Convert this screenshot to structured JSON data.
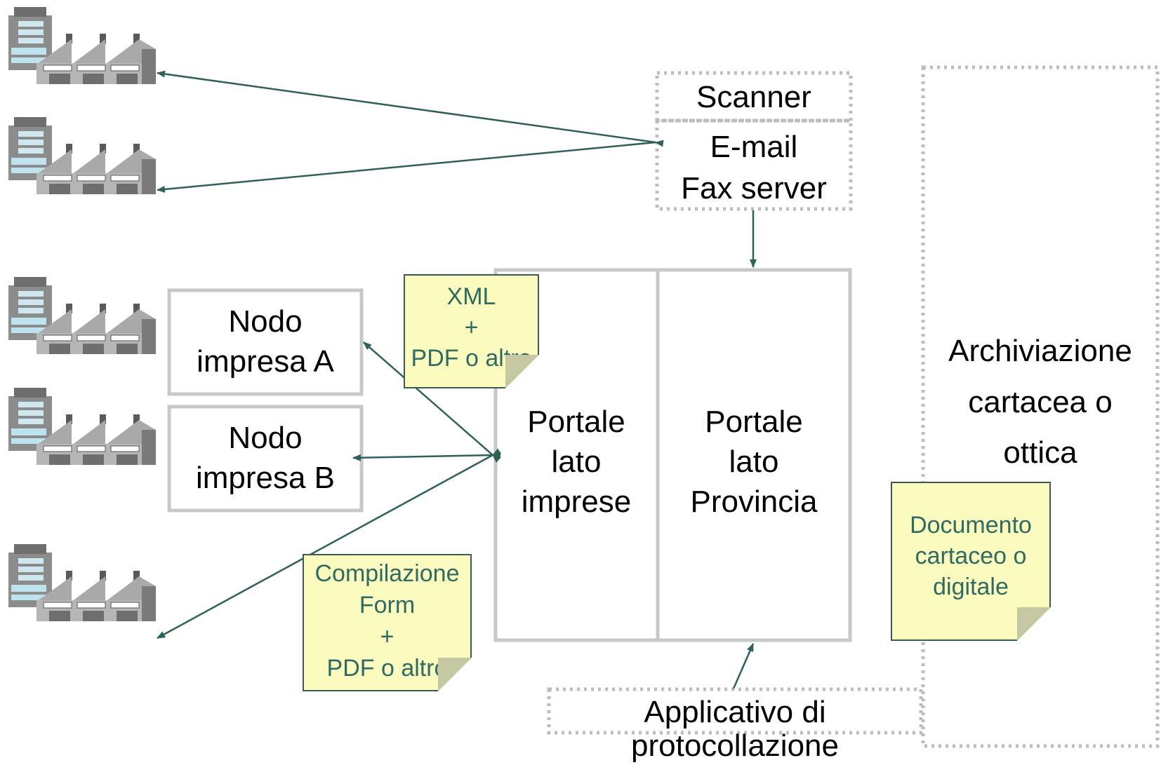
{
  "scanner_label": "Scanner",
  "email_fax_lines": [
    "E-mail",
    "Fax server"
  ],
  "nodo_a_lines": [
    "Nodo",
    "impresa A"
  ],
  "nodo_b_lines": [
    "Nodo",
    "impresa B"
  ],
  "portale_imprese_lines": [
    "Portale",
    "lato",
    "imprese"
  ],
  "portale_provincia_lines": [
    "Portale",
    "lato",
    "Provincia"
  ],
  "archiviazione_lines": [
    "Archiviazione",
    "cartacea o",
    "ottica"
  ],
  "applicativo_lines": [
    "Applicativo di",
    "protocollazione"
  ],
  "note_xml_lines": [
    "XML",
    "+",
    "PDF o altro"
  ],
  "note_form_lines": [
    "Compilazione",
    "Form",
    "+",
    "PDF o altro"
  ],
  "note_documento_lines": [
    "Documento",
    "cartaceo o",
    "digitale"
  ],
  "colors": {
    "arrow": "#2d6159",
    "box_border": "#c8c8c8",
    "note_fill": "#fbfbbf",
    "note_text": "#2f6b62",
    "dotted": "#bdbdbd"
  },
  "icons": [
    "factory-icon-1",
    "factory-icon-2",
    "factory-icon-3",
    "factory-icon-4",
    "factory-icon-5"
  ]
}
